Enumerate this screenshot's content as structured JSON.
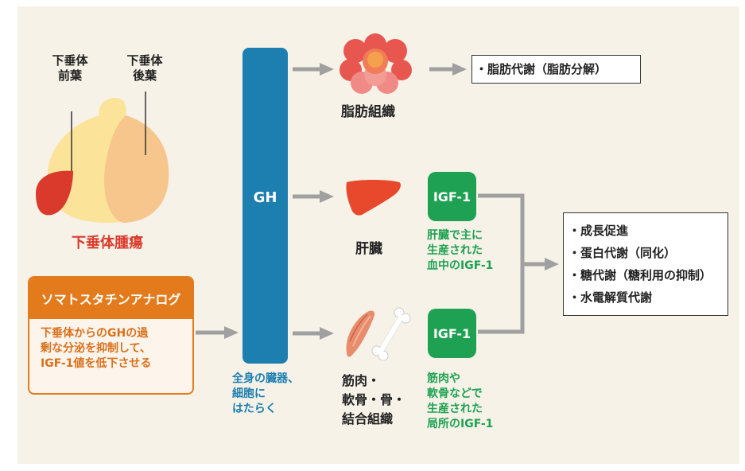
{
  "pituitary": {
    "anterior_label": [
      "下垂体",
      "前葉"
    ],
    "posterior_label": [
      "下垂体",
      "後葉"
    ],
    "tumor_label": "下垂体腫瘍"
  },
  "somatostatin": {
    "title": "ソマトスタチンアナログ",
    "description": [
      "下垂体からのGHの過",
      "剰な分泌を抑制して、",
      "IGF-1値を低下させる"
    ]
  },
  "gh": {
    "label": "GH",
    "note": [
      "全身の臓器、",
      "細胞に",
      "はたらく"
    ]
  },
  "organs": {
    "fat": "脂肪組織",
    "liver": "肝臓",
    "muscle": [
      "筋肉・",
      "軟骨・骨・",
      "結合組織"
    ]
  },
  "igf": {
    "label_top": "IGF-1",
    "label_bottom": "IGF-1",
    "liver_note": [
      "肝臓で主に",
      "生産された",
      "血中のIGF-1"
    ],
    "muscle_note": [
      "筋肉や",
      "軟骨などで",
      "生産された",
      "局所のIGF-1"
    ]
  },
  "effects": {
    "fat_effect": "・脂肪代謝（脂肪分解）",
    "igf_effects": [
      "・成長促進",
      "・蛋白代謝（同化）",
      "・糖代謝（糖利用の抑制）",
      "・水電解質代謝"
    ]
  },
  "colors": {
    "gh_blue": "#1c7fb0",
    "igf_green": "#1ea152",
    "orange": "#e37b1c",
    "tumor_red": "#d93a2b",
    "arrow_gray": "#a0a0a0"
  }
}
